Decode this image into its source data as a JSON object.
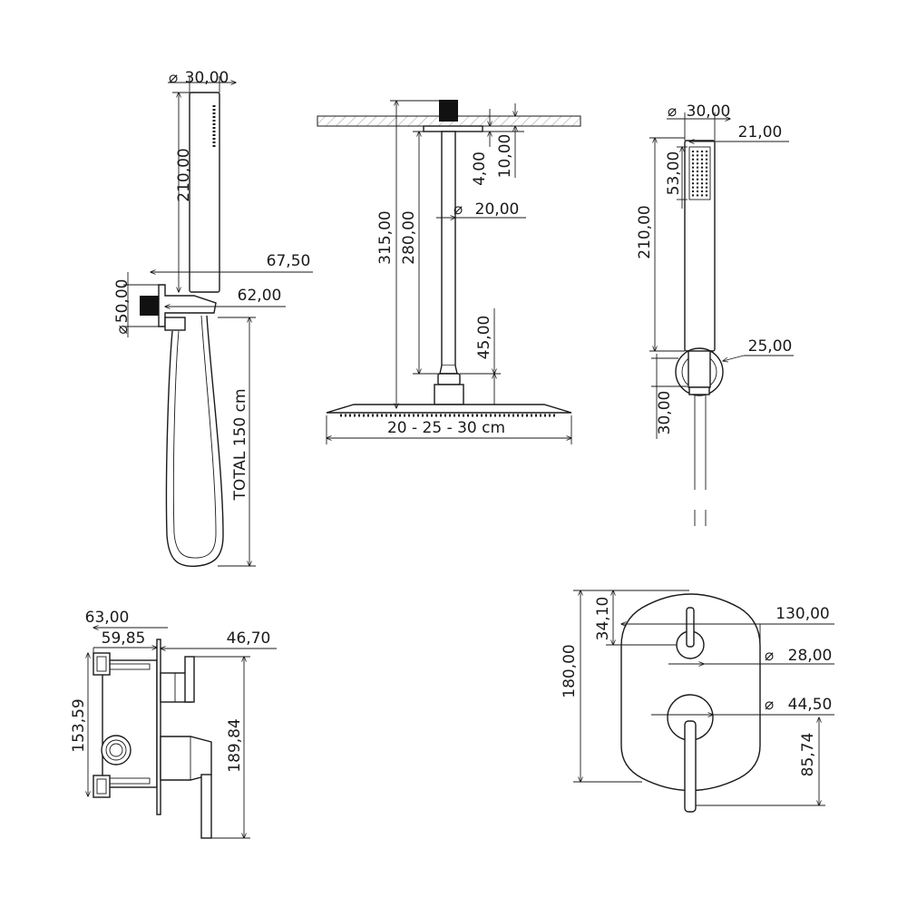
{
  "colors": {
    "line": "#1a1a1a",
    "background": "#ffffff",
    "fill_dark": "#111111"
  },
  "hand_shower_side": {
    "diameter_label": "30,00",
    "height_label": "210,00",
    "width_67_label": "67,50",
    "width_62_label": "62,00",
    "bracket_diameter_label": "50,00",
    "hose_label": "TOTAL 150 cm"
  },
  "overhead_shower": {
    "offset_4_label": "4,00",
    "offset_10_label": "10,00",
    "arm_diameter_label": "20,00",
    "total_height_label": "315,00",
    "arm_length_label": "280,00",
    "head_height_label": "45,00",
    "head_sizes_label": "20 - 25 - 30 cm"
  },
  "hand_shower_front": {
    "diameter_label": "30,00",
    "width_label": "21,00",
    "spray_label": "53,00",
    "height_label": "210,00",
    "holder_label": "25,00",
    "bottom_label": "30,00"
  },
  "mixer_side": {
    "depth_63_label": "63,00",
    "depth_59_label": "59,85",
    "projection_label": "46,70",
    "body_height_label": "153,59",
    "total_height_label": "189,84"
  },
  "mixer_front": {
    "width_label": "130,00",
    "height_label": "180,00",
    "top_offset_label": "34,10",
    "small_knob_label": "28,00",
    "large_knob_label": "44,50",
    "bottom_offset_label": "85,74"
  }
}
